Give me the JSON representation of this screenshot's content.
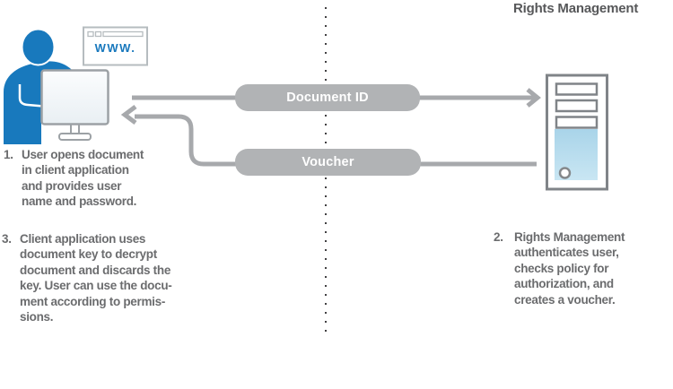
{
  "header": {
    "server_title": "Rights Management"
  },
  "client": {
    "browser_label": "WWW."
  },
  "messages": {
    "document_id": "Document ID",
    "voucher": "Voucher"
  },
  "steps": [
    {
      "number": "1.",
      "lines": [
        "User opens document",
        "in client application",
        "and provides user",
        "name and password."
      ]
    },
    {
      "number": "2.",
      "lines": [
        "Rights Management",
        "authenticates user,",
        "checks policy for",
        "authorization, and",
        "creates a voucher."
      ]
    },
    {
      "number": "3.",
      "lines": [
        "Client application uses",
        "document key to decrypt",
        "document and discards the",
        "key. User can use the docu-",
        "ment according to permis-",
        "sions."
      ]
    }
  ],
  "colors": {
    "person_blue": "#1879bd",
    "www_blue": "#1878bd",
    "pill_gray": "#b1b3b5",
    "arrow_gray": "#a7a9ac",
    "step_text_gray": "#6b6c6e",
    "title_gray": "#57585a",
    "icon_border_gray": "#808488",
    "monitor_border_gray": "#9ca1a5",
    "server_panel_blue": "#aed7ea",
    "dotted_line_dark": "#414042"
  }
}
